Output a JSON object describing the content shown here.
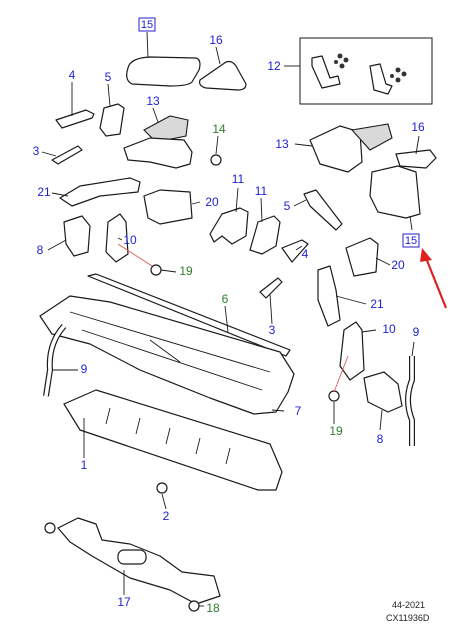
{
  "colors": {
    "callout_blue": "#1f1fd6",
    "callout_green": "#2e7d2e",
    "arrow_red": "#e02020",
    "line": "#1a1a1a"
  },
  "callouts": [
    {
      "id": "c1",
      "text": "1",
      "color": "blue"
    },
    {
      "id": "c2",
      "text": "2",
      "color": "blue"
    },
    {
      "id": "c3a",
      "text": "3",
      "color": "blue"
    },
    {
      "id": "c3b",
      "text": "3",
      "color": "blue"
    },
    {
      "id": "c4a",
      "text": "4",
      "color": "blue"
    },
    {
      "id": "c4b",
      "text": "4",
      "color": "blue"
    },
    {
      "id": "c5a",
      "text": "5",
      "color": "blue"
    },
    {
      "id": "c5b",
      "text": "5",
      "color": "blue"
    },
    {
      "id": "c6",
      "text": "6",
      "color": "green"
    },
    {
      "id": "c7",
      "text": "7",
      "color": "blue"
    },
    {
      "id": "c8a",
      "text": "8",
      "color": "blue"
    },
    {
      "id": "c8b",
      "text": "8",
      "color": "blue"
    },
    {
      "id": "c9a",
      "text": "9",
      "color": "blue"
    },
    {
      "id": "c9b",
      "text": "9",
      "color": "blue"
    },
    {
      "id": "c10a",
      "text": "10",
      "color": "blue"
    },
    {
      "id": "c10b",
      "text": "10",
      "color": "blue"
    },
    {
      "id": "c11a",
      "text": "11",
      "color": "blue"
    },
    {
      "id": "c11b",
      "text": "11",
      "color": "blue"
    },
    {
      "id": "c12",
      "text": "12",
      "color": "blue"
    },
    {
      "id": "c13a",
      "text": "13",
      "color": "blue"
    },
    {
      "id": "c13b",
      "text": "13",
      "color": "blue"
    },
    {
      "id": "c14",
      "text": "14",
      "color": "green"
    },
    {
      "id": "c15a",
      "text": "15",
      "color": "blue",
      "boxed": true
    },
    {
      "id": "c15b",
      "text": "15",
      "color": "blue",
      "boxed": true
    },
    {
      "id": "c16a",
      "text": "16",
      "color": "blue"
    },
    {
      "id": "c16b",
      "text": "16",
      "color": "blue"
    },
    {
      "id": "c17",
      "text": "17",
      "color": "blue"
    },
    {
      "id": "c18",
      "text": "18",
      "color": "green"
    },
    {
      "id": "c19a",
      "text": "19",
      "color": "green"
    },
    {
      "id": "c19b",
      "text": "19",
      "color": "green"
    },
    {
      "id": "c20a",
      "text": "20",
      "color": "blue"
    },
    {
      "id": "c20b",
      "text": "20",
      "color": "blue"
    },
    {
      "id": "c21a",
      "text": "21",
      "color": "blue"
    },
    {
      "id": "c21b",
      "text": "21",
      "color": "blue"
    }
  ],
  "footer": {
    "ref_number": "44-2021",
    "drawing_code": "CX11936D"
  }
}
